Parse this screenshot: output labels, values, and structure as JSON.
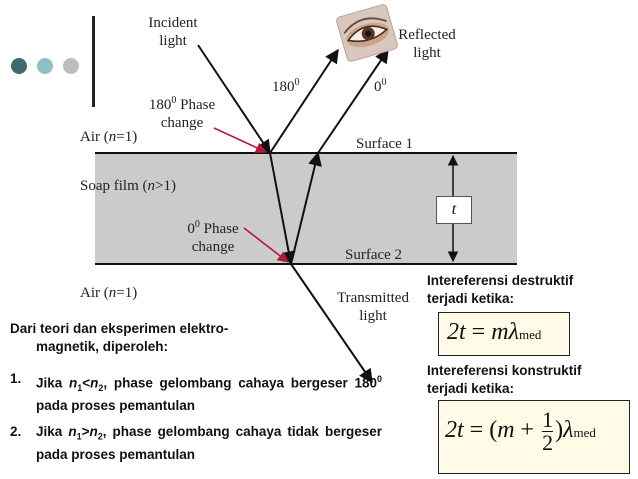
{
  "colors": {
    "film": "#cbcbcb",
    "dot1": "#3e6b6d",
    "dot2": "#8fc1c4",
    "dot3": "#bdbdbd",
    "arrow": "#b3193a",
    "line": "#111111"
  },
  "icon": "eye-icon",
  "labels": {
    "incident": "Incident\nlight",
    "reflected": "Reflected\nlight",
    "phase_180_top": "180",
    "phase_0_top": "0",
    "sup_zero": "0",
    "phase_180_change": "180",
    "phase_180_change_rest": " Phase\nchange",
    "phase_0_change": "0",
    "phase_0_change_rest": " Phase\nchange",
    "air_top": "Air (",
    "air_n": "n",
    "air_eq": "=1)",
    "soap": "Soap film  (",
    "soap_n": "n",
    "soap_gt": ">1)",
    "surface1": "Surface 1",
    "surface2": "Surface 2",
    "thickness": "t",
    "air_bottom": "Air (",
    "air_bottom_n": "n",
    "air_bottom_eq": "=1)",
    "transmitted": "Transmitted\nlight"
  },
  "notes": {
    "intro": "Dari teori dan eksperimen elektro-",
    "intro2": "magnetik, diperoleh:",
    "item1_num": "1.",
    "item1_a": "Jika  ",
    "item1_n1": "n",
    "item1_s1": "1",
    "item1_lt": "<",
    "item1_n2": "n",
    "item1_s2": "2",
    "item1_b": ",  phase  gelombang  cahaya bergeser 180",
    "item1_sup": "0",
    "item1_c": " pada proses pemantulan",
    "item2_num": "2.",
    "item2_a": "Jika  ",
    "item2_n1": "n",
    "item2_s1": "1",
    "item2_gt": ">",
    "item2_n2": "n",
    "item2_s2": "2",
    "item2_b": ", phase gelombang cahaya tidak bergeser pada proses pemantulan"
  },
  "destructive": {
    "heading": "Intereferensi destruktif\nterjadi ketika:",
    "lhs": "2t",
    "eq": " = ",
    "m": "m",
    "lambda": "λ",
    "sub": "med"
  },
  "constructive": {
    "heading": "Intereferensi konstruktif\nterjadi ketika:",
    "lhs": "2t",
    "eq": " = (",
    "m": "m",
    "plus": " + ",
    "num": "1",
    "den": "2",
    "close": ")",
    "lambda": "λ",
    "sub": "med"
  }
}
